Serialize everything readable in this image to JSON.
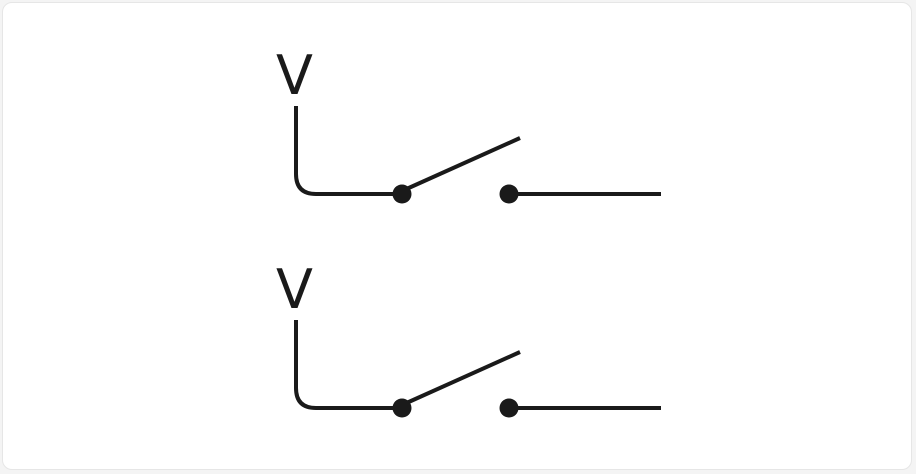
{
  "diagram": {
    "switches": [
      {
        "voltage_label": "V",
        "state": "open"
      },
      {
        "voltage_label": "V",
        "state": "open"
      }
    ],
    "colors": {
      "line": "#1a1a1a",
      "background": "#ffffff"
    }
  }
}
